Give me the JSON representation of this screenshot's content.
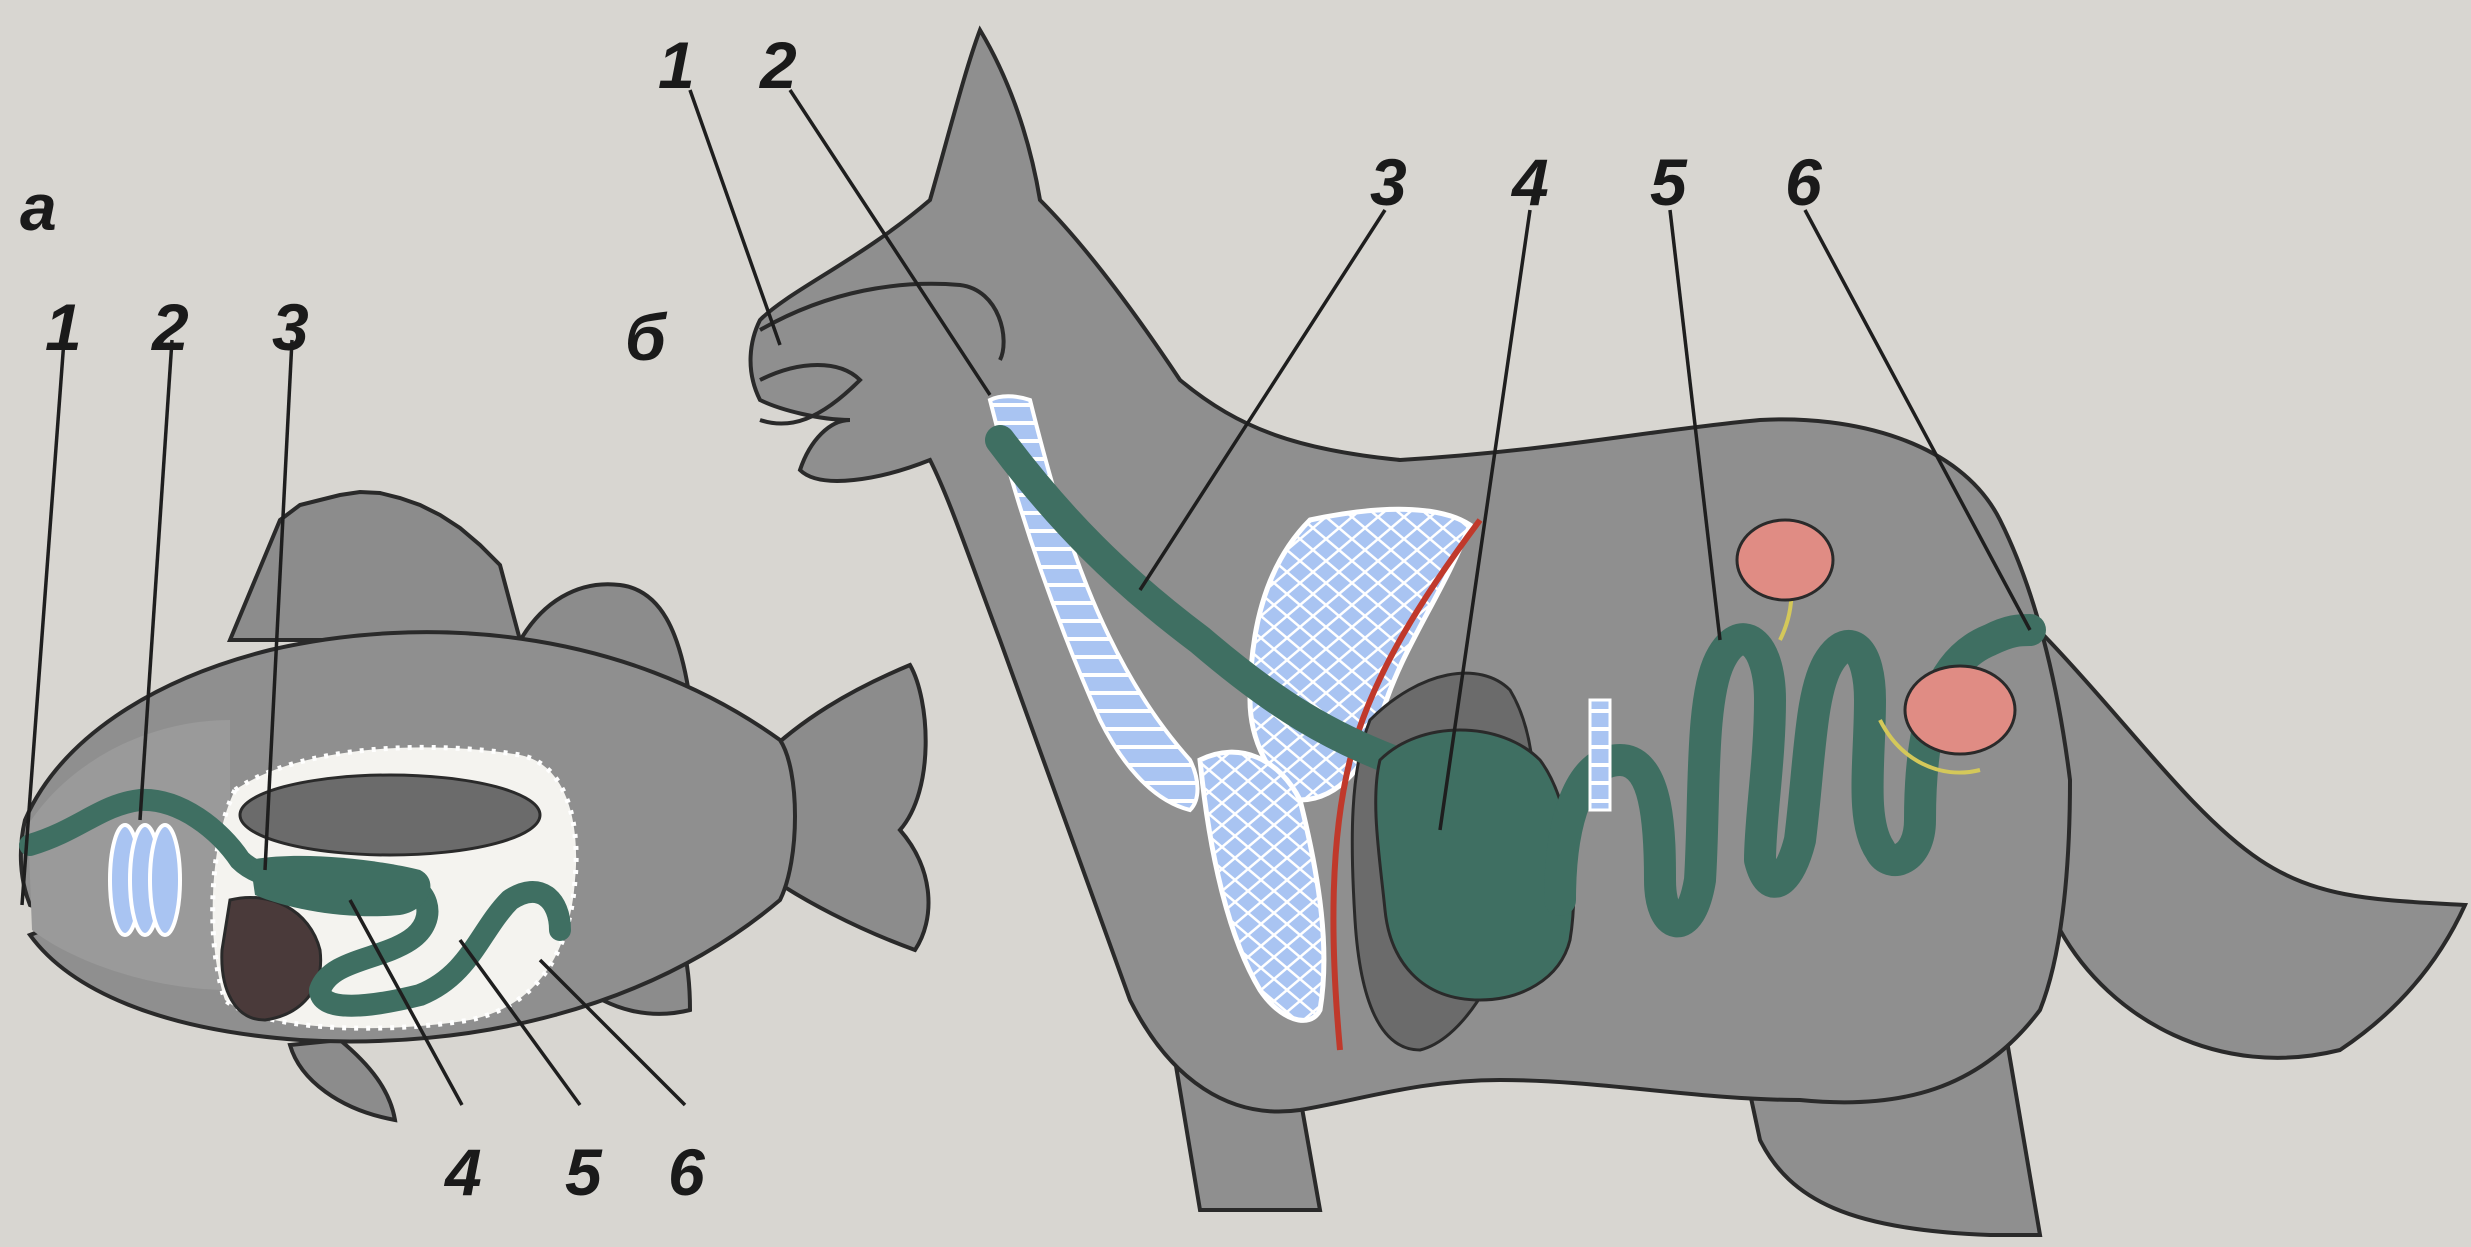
{
  "fish": {
    "panel_letter": "а",
    "labels": [
      "1",
      "2",
      "3",
      "4",
      "5",
      "6"
    ]
  },
  "dog": {
    "panel_letter": "б",
    "labels": [
      "1",
      "2",
      "3",
      "4",
      "5",
      "6"
    ]
  },
  "colors": {
    "background": "#d8d6d1",
    "body": "#8f8f8f",
    "digestive_tract": "#3f6f62",
    "lungs_gills": "#a9c4f2",
    "kidneys": "#e08c84",
    "liver": "#4a3a3a",
    "diaphragm": "#c0392b"
  }
}
